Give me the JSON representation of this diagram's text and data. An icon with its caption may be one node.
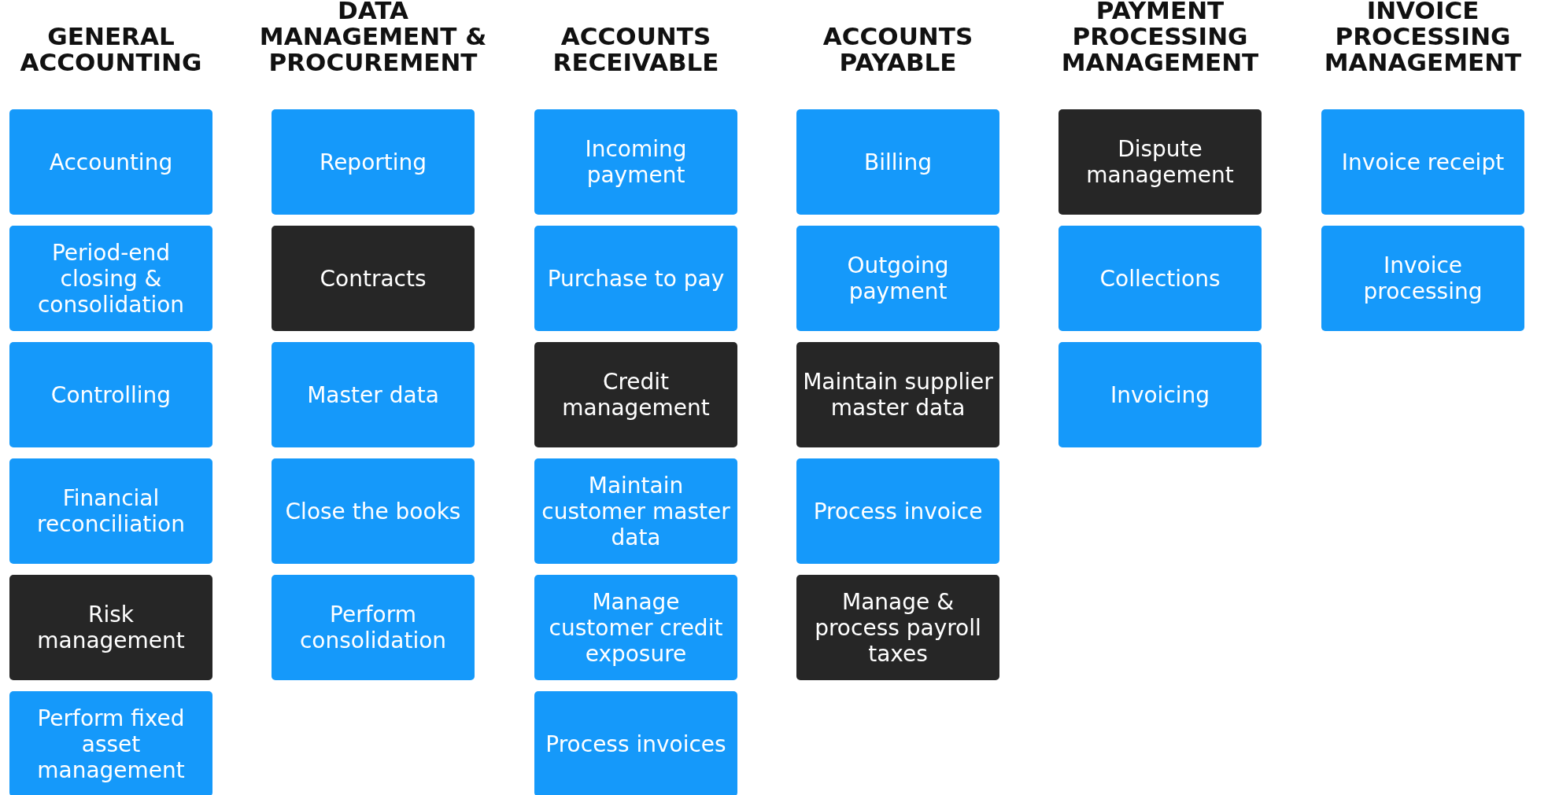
{
  "diagram": {
    "nodes": [
      {
        "text": [
          "Accounting"
        ]
      },
      {
        "text": [
          "Period-end closing & consolidation"
        ]
      },
      {
        "text": [
          "Controlling"
        ]
      },
      {
        "text": [
          "Financial reconciliation"
        ]
      },
      {
        "text": [
          "Risk management"
        ]
      },
      {
        "text": [
          "Perform fixed asset management"
        ]
      },
      {
        "text": [
          "Reporting"
        ]
      },
      {
        "text": [
          "Contracts"
        ]
      },
      {
        "text": [
          "Master data"
        ]
      },
      {
        "text": [
          "Close the books"
        ]
      },
      {
        "text": [
          "Perform consolidation"
        ]
      },
      {
        "text": [
          "Incoming payment"
        ]
      },
      {
        "text": [
          "Purchase to pay"
        ]
      },
      {
        "text": [
          "Credit management"
        ]
      },
      {
        "text": [
          "Maintain customer master data"
        ]
      },
      {
        "text": [
          "Manage customer credit exposure"
        ]
      },
      {
        "text": [
          "Process invoices"
        ]
      },
      {
        "text": [
          "Billing"
        ]
      },
      {
        "text": [
          "Outgoing payment"
        ]
      },
      {
        "text": [
          "Maintain supplier master data"
        ]
      },
      {
        "text": [
          "Process invoice"
        ]
      },
      {
        "text": [
          "Manage & process payroll taxes"
        ]
      },
      {
        "text": [
          "Dispute management"
        ]
      },
      {
        "text": [
          "Collections"
        ]
      },
      {
        "text": [
          "Invoicing"
        ]
      },
      {
        "text": [
          "Invoice receipt"
        ]
      },
      {
        "text": [
          "Invoice processing"
        ]
      }
    ],
    "edges": [],
    "labels": [
      "GENERAL ACCOUNTING",
      "DATA MANAGEMENT & PROCUREMENT",
      "ACCOUNTS RECEIVABLE",
      "ACCOUNTS PAYABLE",
      "PAYMENT PROCESSING MANAGEMENT",
      "INVOICE PROCESSING MANAGEMENT"
    ]
  }
}
